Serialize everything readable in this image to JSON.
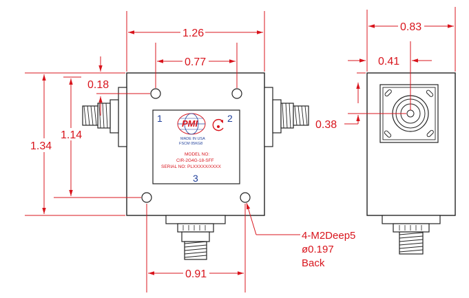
{
  "dimensions": {
    "front_width": "1.26",
    "hole_spacing_top": "0.77",
    "front_height": "1.34",
    "connector_height": "1.14",
    "hole_offset": "0.18",
    "hole_spacing_bottom": "0.91",
    "side_width": "0.83",
    "side_half_width": "0.41",
    "side_connector_height": "0.38"
  },
  "hole_note": {
    "line1": "4-M2Deep5",
    "line2": "ø0.197",
    "line3": "Back"
  },
  "label_plate": {
    "logo": "PMI",
    "made_in": "MADE IN USA",
    "fscm": "FSCM 05KG8",
    "model_label": "MODEL NO:",
    "model_value": "CIR-2G4G-18-SFF",
    "serial": "SERIAL NO: PLXXXXX/XXXX"
  },
  "ports": {
    "port1": "1",
    "port2": "2",
    "port3": "3"
  },
  "colors": {
    "dimension": "#d8141c",
    "outline": "#222222",
    "port_label": "#1f3f9a"
  }
}
